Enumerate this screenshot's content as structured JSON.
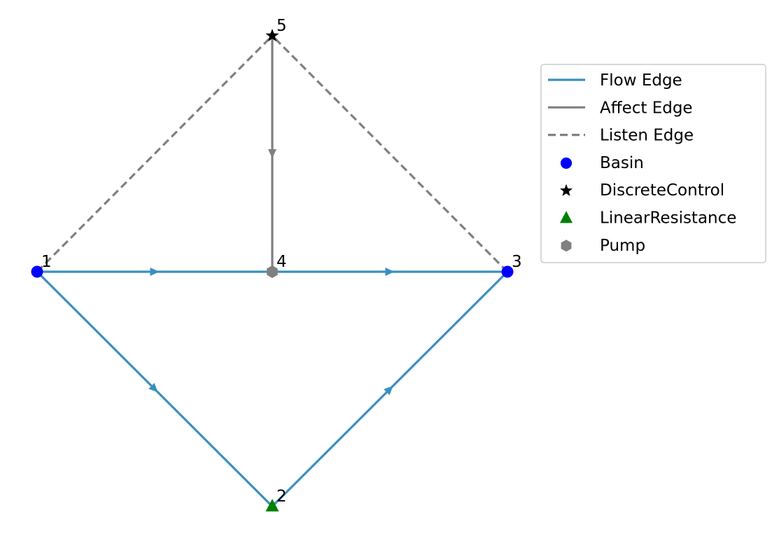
{
  "colors": {
    "flow_edge": "#3a8fbe",
    "affect_edge": "#808080",
    "listen_edge": "#808080",
    "basin": "#0000ff",
    "discrete_control": "#000000",
    "linear_resistance": "#008000",
    "pump": "#808080",
    "legend_border": "#cccccc",
    "text": "#000000"
  },
  "nodes": [
    {
      "id": "1",
      "label": "1",
      "type": "Basin"
    },
    {
      "id": "2",
      "label": "2",
      "type": "LinearResistance"
    },
    {
      "id": "3",
      "label": "3",
      "type": "Basin"
    },
    {
      "id": "4",
      "label": "4",
      "type": "Pump"
    },
    {
      "id": "5",
      "label": "5",
      "type": "DiscreteControl"
    }
  ],
  "edges": [
    {
      "from": "1",
      "to": "4",
      "kind": "flow"
    },
    {
      "from": "4",
      "to": "3",
      "kind": "flow"
    },
    {
      "from": "1",
      "to": "2",
      "kind": "flow"
    },
    {
      "from": "2",
      "to": "3",
      "kind": "flow"
    },
    {
      "from": "5",
      "to": "4",
      "kind": "affect"
    },
    {
      "from": "1",
      "to": "5",
      "kind": "listen"
    },
    {
      "from": "3",
      "to": "5",
      "kind": "listen"
    }
  ],
  "legend": {
    "items": [
      {
        "label": "Flow Edge",
        "symbol": "line",
        "color_key": "flow_edge"
      },
      {
        "label": "Affect Edge",
        "symbol": "line",
        "color_key": "affect_edge"
      },
      {
        "label": "Listen Edge",
        "symbol": "dashed-line",
        "color_key": "listen_edge"
      },
      {
        "label": "Basin",
        "symbol": "circle",
        "color_key": "basin"
      },
      {
        "label": "DiscreteControl",
        "symbol": "star",
        "color_key": "discrete_control"
      },
      {
        "label": "LinearResistance",
        "symbol": "triangle",
        "color_key": "linear_resistance"
      },
      {
        "label": "Pump",
        "symbol": "hexagon",
        "color_key": "pump"
      }
    ]
  }
}
